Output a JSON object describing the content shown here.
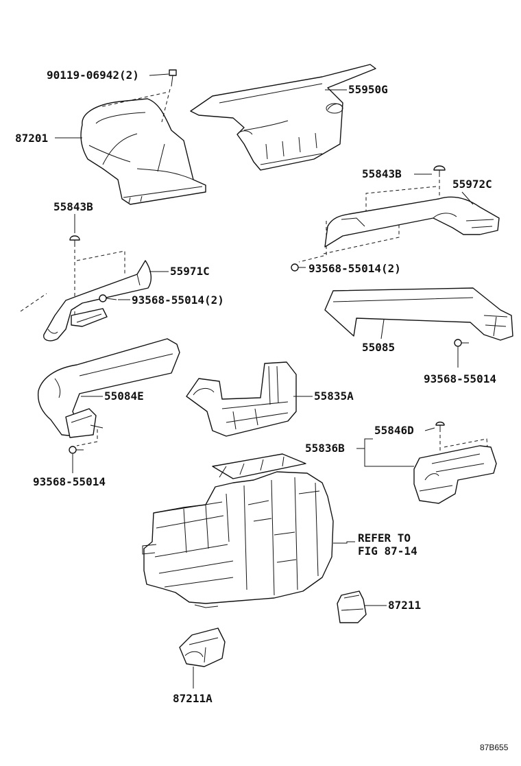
{
  "labels": {
    "bolt_90119": "90119-06942(2)",
    "p87201": "87201",
    "p55950g": "55950G",
    "clip_55843b_right": "55843B",
    "p55972c": "55972C",
    "clip_55843b_left": "55843B",
    "p55971c": "55971C",
    "screw_93568_left_pair": "93568-55014(2)",
    "screw_93568_right_pair": "93568-55014(2)",
    "p55085": "55085",
    "screw_93568_right_single": "93568-55014",
    "p55084e": "55084E",
    "p55835a": "55835A",
    "screw_93568_left_single": "93568-55014",
    "p55846d": "55846D",
    "p55836b": "55836B",
    "refer_line1": "REFER TO",
    "refer_line2": "FIG 87-14",
    "p87211": "87211",
    "p87211a": "87211A",
    "figure_code": "87B655"
  }
}
